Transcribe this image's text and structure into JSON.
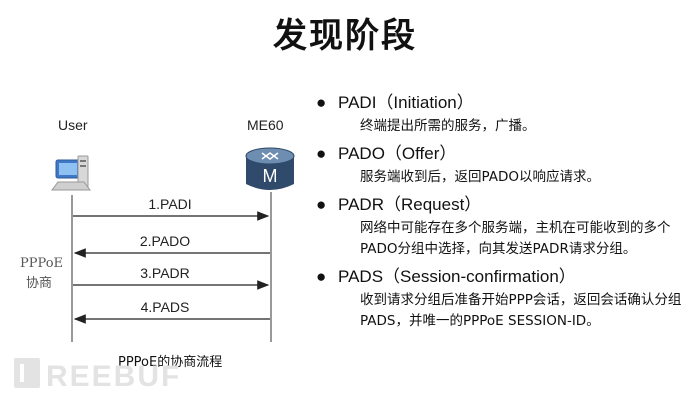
{
  "title": "发现阶段",
  "diagram": {
    "left_label": "User",
    "right_label": "ME60",
    "server_glyph": "M",
    "side_label": [
      "PPPoE",
      "协商"
    ],
    "messages": [
      {
        "label": "1.PADI",
        "direction": "right"
      },
      {
        "label": "2.PADO",
        "direction": "left"
      },
      {
        "label": "3.PADR",
        "direction": "right"
      },
      {
        "label": "4.PADS",
        "direction": "left"
      }
    ],
    "caption": "PPPoE的协商流程",
    "icons": [
      "computer-icon",
      "router-icon"
    ]
  },
  "list": [
    {
      "heading": "PADI（Initiation）",
      "desc": "终端提出所需的服务，广播。"
    },
    {
      "heading": "PADO（Offer）",
      "desc": "服务端收到后，返回PADO以响应请求。"
    },
    {
      "heading": "PADR（Request）",
      "desc": "网络中可能存在多个服务端，主机在可能收到的多个PADO分组中选择，向其发送PADR请求分组。"
    },
    {
      "heading": "PADS（Session-confirmation）",
      "desc": "收到请求分组后准备开始PPP会话，返回会话确认分组PADS，并唯一的PPPoE SESSION-ID。"
    }
  ],
  "watermark": "FREEBUF"
}
